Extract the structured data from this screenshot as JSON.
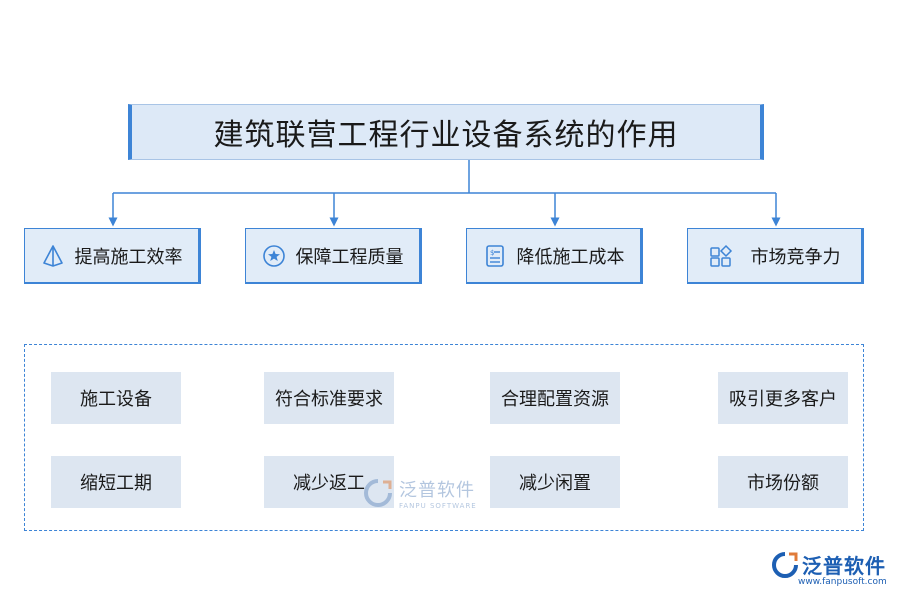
{
  "title": "建筑联营工程行业设备系统的作用",
  "categories": [
    {
      "label": "提高施工效率",
      "icon": "pyramid-icon"
    },
    {
      "label": "保障工程质量",
      "icon": "star-badge-icon"
    },
    {
      "label": "降低施工成本",
      "icon": "invoice-icon"
    },
    {
      "label": "市场竞争力",
      "icon": "grid-shapes-icon"
    }
  ],
  "items": [
    [
      "施工设备",
      "符合标准要求",
      "合理配置资源",
      "吸引更多客户"
    ],
    [
      "缩短工期",
      "减少返工",
      "减少闲置",
      "市场份额"
    ]
  ],
  "watermark": {
    "name": "泛普软件",
    "sub": "FANPU SOFTWARE"
  },
  "brand": {
    "name": "泛普软件",
    "url": "www.fanpusoft.com"
  },
  "colors": {
    "accent": "#3d84d6",
    "box_fill": "#e1ecf8",
    "item_fill": "#dde6f1"
  }
}
